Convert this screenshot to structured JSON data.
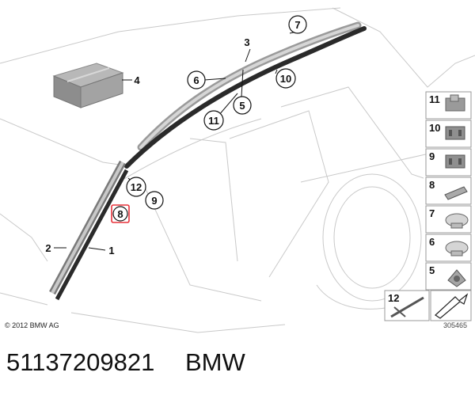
{
  "diagram": {
    "copyright": "© 2012 BMW AG",
    "image_number": "305465",
    "callouts": {
      "c1": "1",
      "c2": "2",
      "c3": "3",
      "c4": "4",
      "c5": "5",
      "c6": "6",
      "c7": "7",
      "c8": "8",
      "c9": "9",
      "c10": "10",
      "c11": "11",
      "c12": "12"
    },
    "legend": [
      "11",
      "10",
      "9",
      "8",
      "7",
      "6",
      "5",
      "12"
    ],
    "highlight_color": "#e8333b"
  },
  "caption": {
    "part_number": "51137209821",
    "brand": "BMW"
  }
}
